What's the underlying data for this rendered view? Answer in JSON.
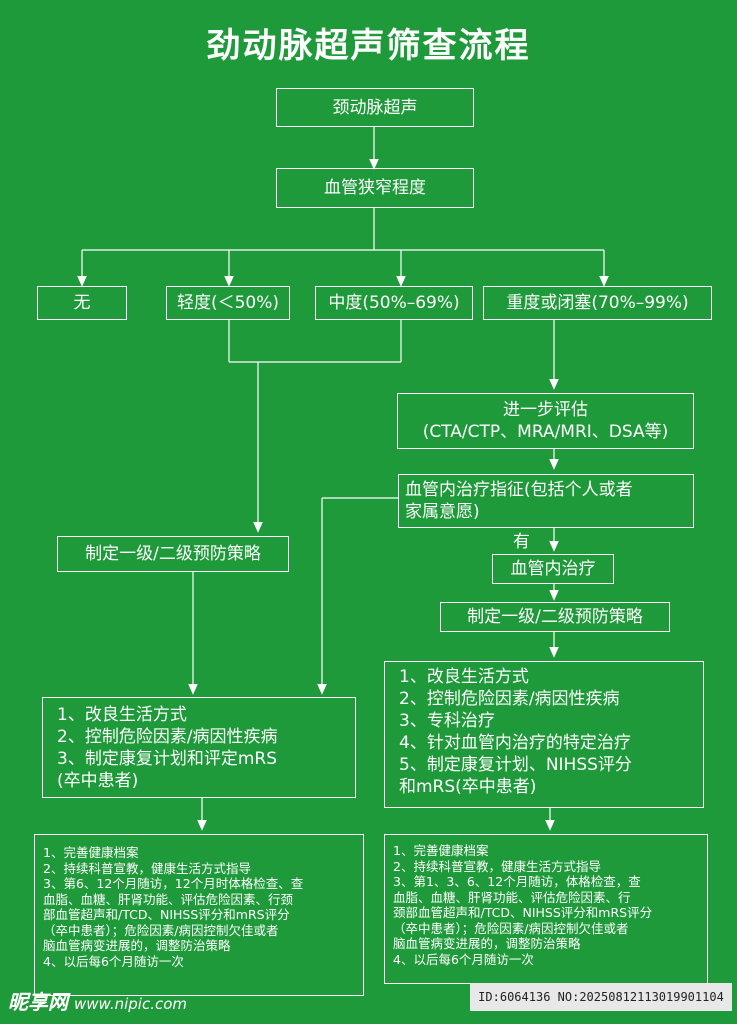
{
  "title": "劲动脉超声筛查流程",
  "nodes": {
    "ultrasound": "颈动脉超声",
    "stenosis_degree": "血管狭窄程度",
    "none": "无",
    "mild": "轻度(＜50%)",
    "moderate": "中度(50%–69%)",
    "severe": "重度或闭塞(70%–99%)",
    "further_eval_line1": "进一步评估",
    "further_eval_line2": "(CTA/CTP、MRA/MRI、DSA等)",
    "indication_line1": "血管内治疗指征(包括个人或者",
    "indication_line2": "家属意愿)",
    "yes_label": "有",
    "endovascular": "血管内治疗",
    "prevention_left": "制定一级/二级预防策略",
    "prevention_right": "制定一级/二级预防策略"
  },
  "left_measures": [
    "1、改良生活方式",
    "2、控制危险因素/病因性疾病",
    "3、制定康复计划和评定mRS",
    "    (卒中患者)"
  ],
  "right_measures": [
    "1、改良生活方式",
    "2、控制危险因素/病因性疾病",
    "3、专科治疗",
    "4、针对血管内治疗的特定治疗",
    "5、制定康复计划、NIHSS评分",
    "    和mRS(卒中患者)"
  ],
  "left_followup": [
    "1、完善健康档案",
    "2、持续科普宣教，健康生活方式指导",
    "3、第6、12个月随访，12个月时体格检查、查",
    "血脂、血糖、肝肾功能、评估危险因素、行颈",
    "部血管超声和/TCD、NIHSS评分和mRS评分",
    "（卒中患者）；危险因素/病因控制欠佳或者",
    "脑血管病变进展的，调整防治策略",
    "4、以后每6个月随访一次"
  ],
  "right_followup": [
    "1、完善健康档案",
    "2、持续科普宣教，健康生活方式指导",
    "3、第1、3、6、12个月随访，体格检查，查",
    "血脂、血糖、肝肾功能、评估危险因素、行",
    "颈部血管超声和/TCD、NIHSS评分和mRS评分",
    "（卒中患者）；危险因素/病因控制欠佳或者",
    "脑血管病变进展的，调整防治策略",
    "4、以后每6个月随访一次"
  ],
  "watermark": {
    "logo": "昵享网",
    "site": "www.nipic.com",
    "id_text": "ID:6064136 NO:20250812113019901104"
  },
  "colors": {
    "background": "#1f9a3a",
    "line": "#ffffff"
  }
}
